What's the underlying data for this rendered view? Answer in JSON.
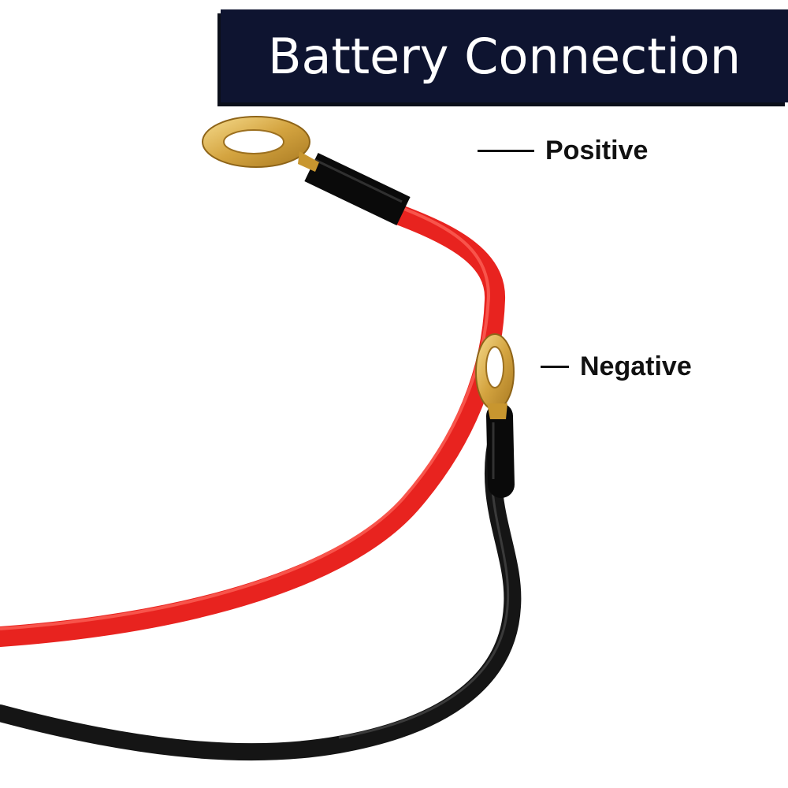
{
  "banner": {
    "title": "Battery Connection",
    "background_color": "#0e1430"
  },
  "labels": {
    "positive": "Positive",
    "negative": "Negative"
  },
  "cables": {
    "positive_color": "#e8231f",
    "negative_color": "#151515",
    "terminal_color": "#d9ad4a"
  }
}
